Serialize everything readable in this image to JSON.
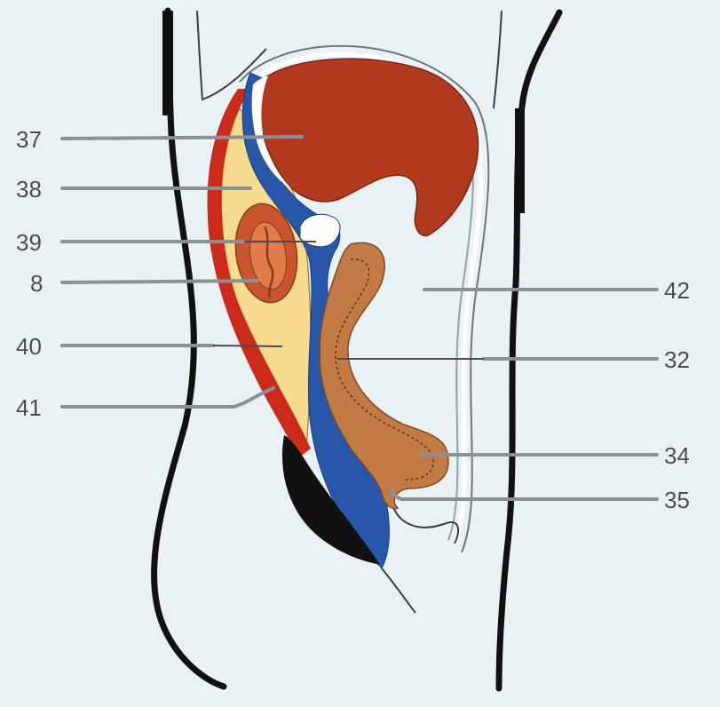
{
  "labels": {
    "l37": "37",
    "l38": "38",
    "l39": "39",
    "l8": "8",
    "l40": "40",
    "l41": "41",
    "l42": "42",
    "l32": "32",
    "l34": "34",
    "l35": "35"
  },
  "colors": {
    "background": "#e8f1f4",
    "liver_red": "#b23a1e",
    "vessel_blue": "#2856a8",
    "artery_red": "#cc2a1a",
    "cord_tissue": "#f7dc8f",
    "gut_brown": "#c27b45",
    "outline": "#111111"
  }
}
